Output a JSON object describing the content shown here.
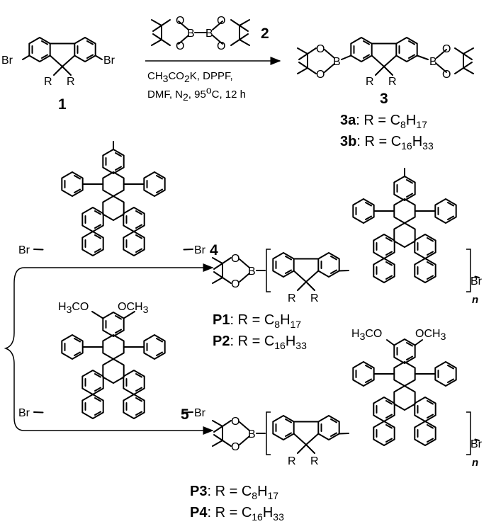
{
  "atoms": {
    "bromine": "Br",
    "boron": "B",
    "oxygen": "O",
    "r_group": "R",
    "methoxy": "OCH",
    "methoxy_left": "H",
    "methoxy_left_tail": "CO",
    "methoxy_sub": "3"
  },
  "compound_labels": {
    "c1": "1",
    "c2": "2",
    "c3": "3",
    "c4": "4",
    "c5": "5"
  },
  "repeat_index": "n",
  "conditions": {
    "line1_a": "CH",
    "line1_sub1": "3",
    "line1_b": "CO",
    "line1_sub2": "2",
    "line1_c": "K, DPPF,",
    "line2_a": "DMF, N",
    "line2_sub": "2",
    "line2_b": ", 95",
    "line2_sup": "o",
    "line2_c": "C, 12 h"
  },
  "definitions": [
    {
      "label": "3a",
      "sep": ": R = C",
      "n1": "8",
      "mid": "H",
      "n2": "17"
    },
    {
      "label": "3b",
      "sep": ": R = C",
      "n1": "16",
      "mid": "H",
      "n2": "33"
    },
    {
      "label": "P1",
      "sep": ": R = C",
      "n1": "8",
      "mid": "H",
      "n2": "17"
    },
    {
      "label": "P2",
      "sep": ": R = C",
      "n1": "16",
      "mid": "H",
      "n2": "33"
    },
    {
      "label": "P3",
      "sep": ": R = C",
      "n1": "8",
      "mid": "H",
      "n2": "17"
    },
    {
      "label": "P4",
      "sep": ": R = C",
      "n1": "16",
      "mid": "H",
      "n2": "33"
    }
  ]
}
